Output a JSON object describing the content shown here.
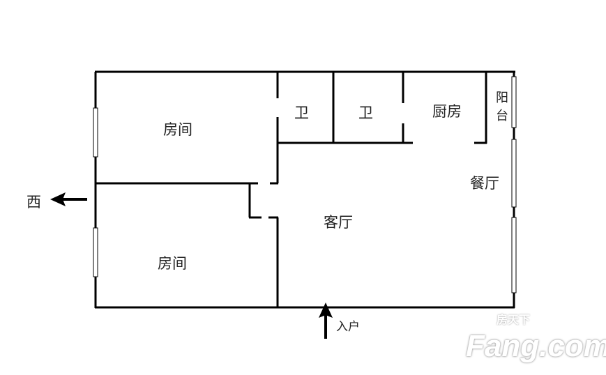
{
  "rooms": {
    "bedroom_top": "房间",
    "bedroom_bottom": "房间",
    "bath_1": "卫",
    "bath_2": "卫",
    "kitchen": "厨房",
    "balcony": "阳台",
    "dining": "餐厅",
    "living": "客厅"
  },
  "direction": "西",
  "entrance": "入户",
  "watermark": {
    "cn": "房天下",
    "en": "Fang.com"
  }
}
